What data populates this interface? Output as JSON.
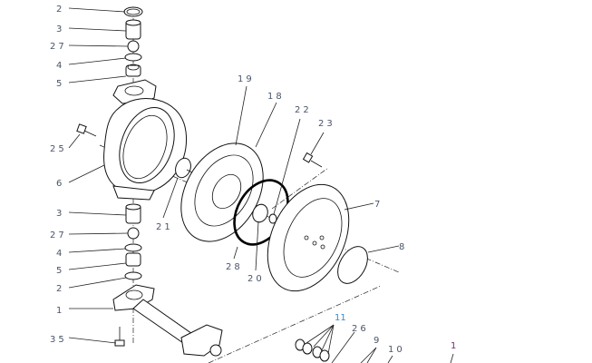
{
  "diagram": {
    "labels": {
      "top_oring": "2",
      "top_seat": "3",
      "top_ball": "27",
      "top_gasket": "4",
      "top_guide": "5",
      "bolt_left": "25",
      "housing": "6",
      "bottom_seat": "3",
      "bottom_ball": "27",
      "bottom_gasket": "4",
      "bottom_guide": "5",
      "bottom_oring": "2",
      "manifold": "1",
      "manifold_bolt": "35",
      "diaphragm_outer": "19",
      "diaphragm": "18",
      "washer": "22",
      "bolt_right": "23",
      "center_disc": "21",
      "oring_large": "28",
      "inner_plate": "20",
      "air_cover": "7",
      "cover_oring": "8",
      "part_11": "11",
      "part_26": "26",
      "part_9": "9",
      "part_10": "10",
      "part_1_right": "1"
    },
    "colors": {
      "label": "#4a5468",
      "label_blue": "#3a8ac8",
      "label_purple": "#7a2a7a"
    }
  }
}
